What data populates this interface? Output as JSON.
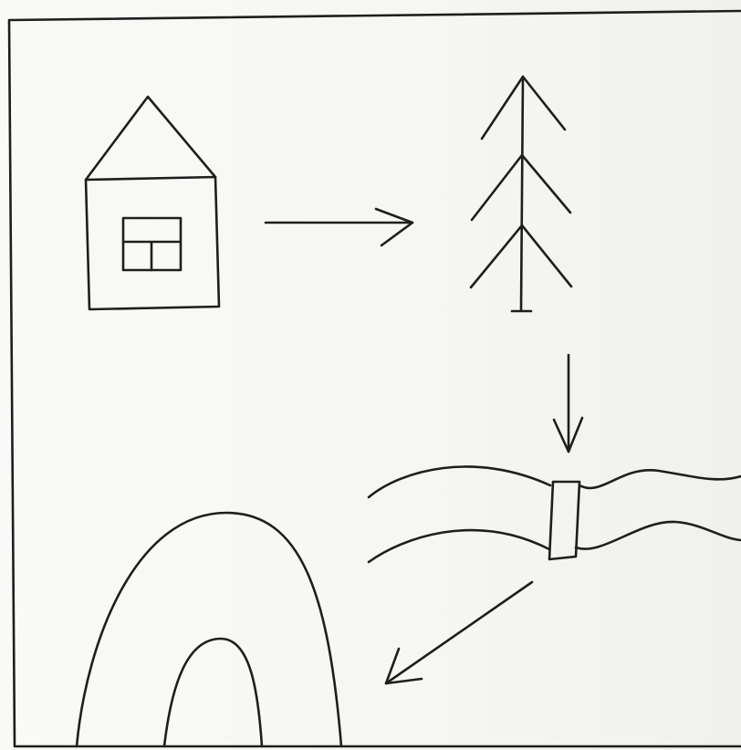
{
  "diagram": {
    "panels": [
      {
        "name": "house"
      },
      {
        "name": "tree"
      },
      {
        "name": "river-with-bridge"
      },
      {
        "name": "arch"
      }
    ],
    "flow": [
      {
        "from": "house",
        "to": "tree",
        "direction": "right"
      },
      {
        "from": "tree",
        "to": "river-with-bridge",
        "direction": "down"
      },
      {
        "from": "river-with-bridge",
        "to": "arch",
        "direction": "down-left"
      }
    ],
    "colors": {
      "ink": "#1e1e1e",
      "paper": "#f7f7f5"
    }
  }
}
